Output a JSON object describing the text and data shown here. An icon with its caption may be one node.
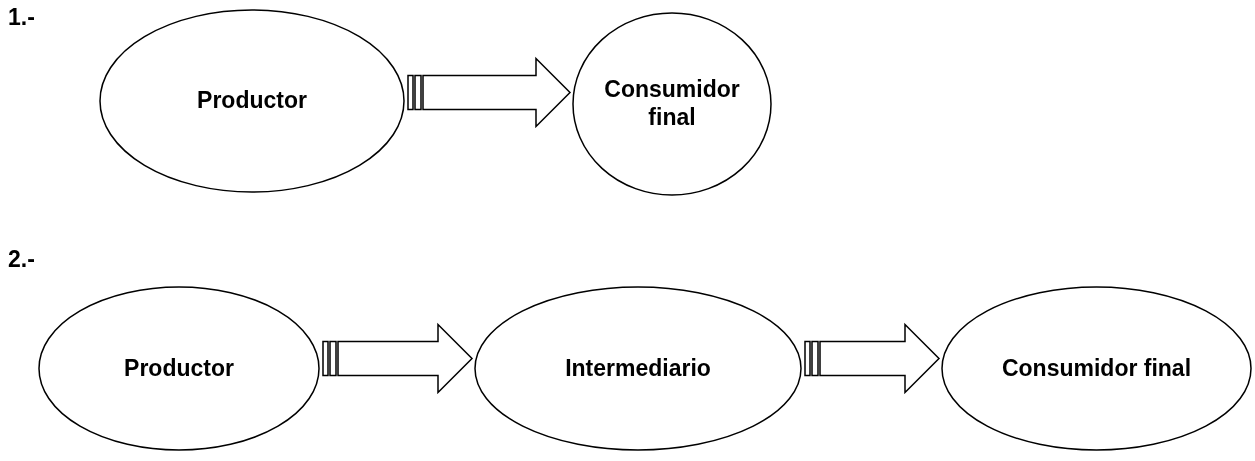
{
  "diagram": {
    "nodes": [
      {
        "text": [
          "Productor"
        ]
      },
      {
        "text": [
          "Consumidor final"
        ]
      },
      {
        "text": [
          "Productor"
        ]
      },
      {
        "text": [
          "Intermediario"
        ]
      },
      {
        "text": [
          "Consumidor final"
        ]
      }
    ],
    "edges": [
      {
        "from": 0,
        "to": 1,
        "arrow": "to"
      },
      {
        "from": 2,
        "to": 3,
        "arrow": "to"
      },
      {
        "from": 3,
        "to": 4,
        "arrow": "to"
      }
    ],
    "labels": [
      "1.-",
      "2.-"
    ]
  }
}
